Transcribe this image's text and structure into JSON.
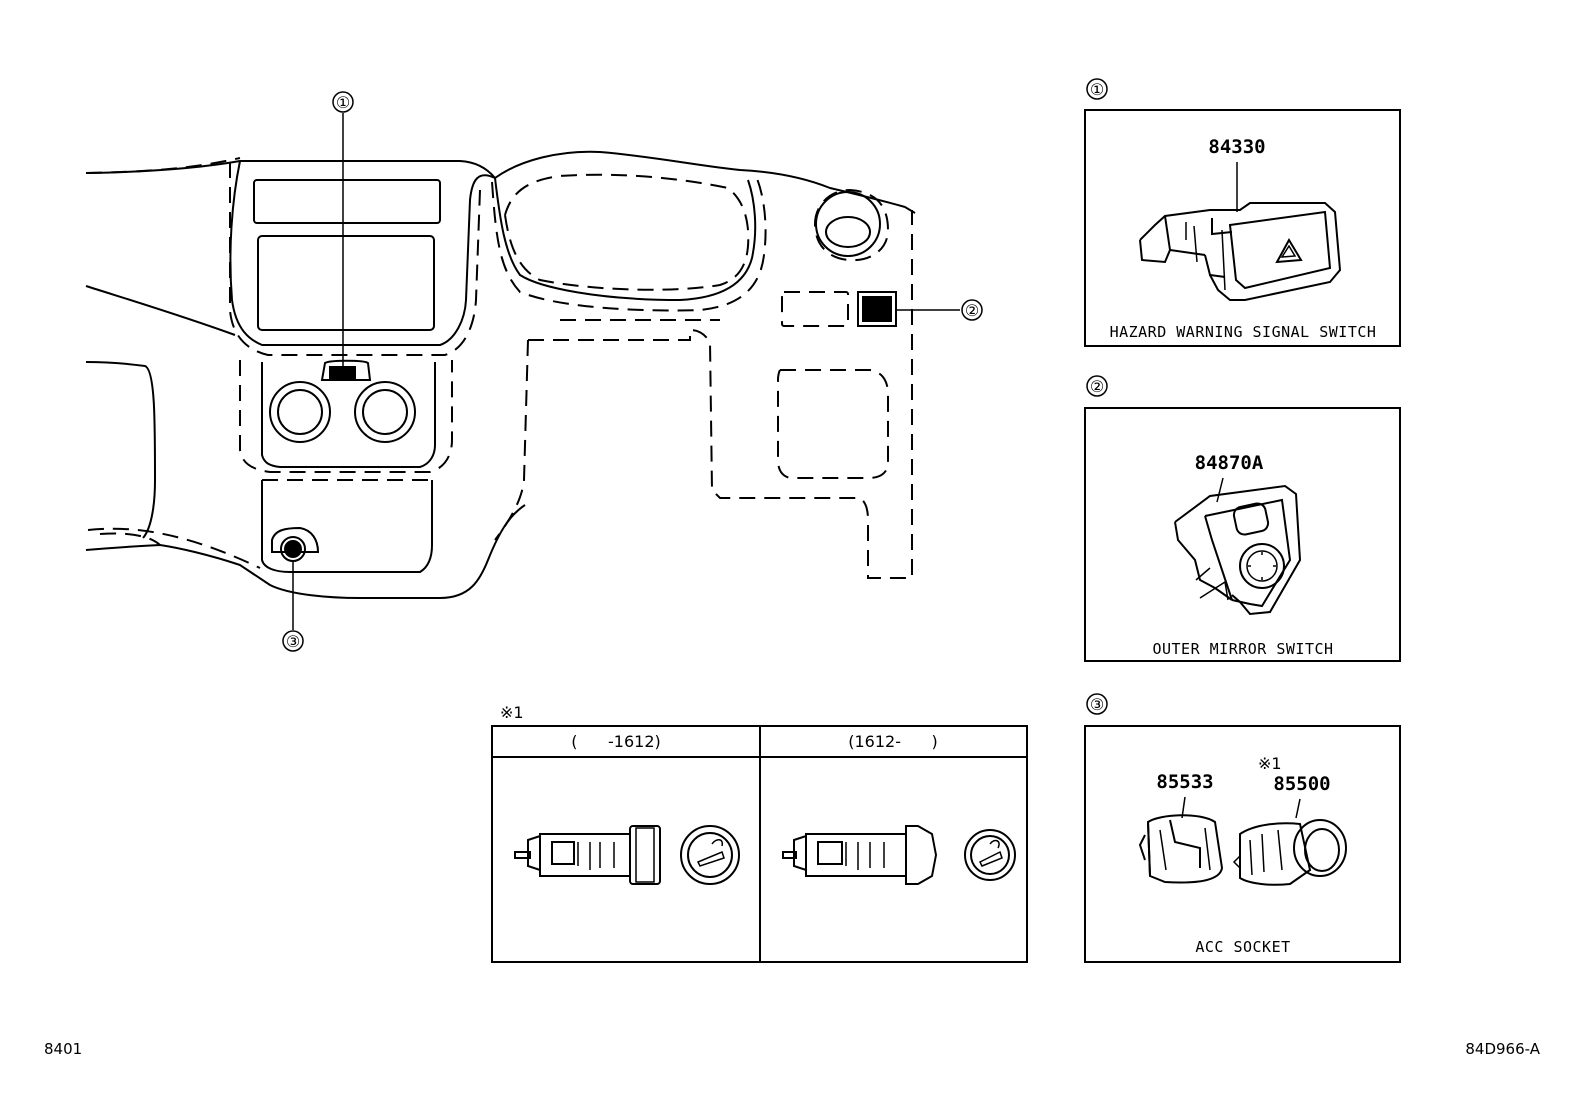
{
  "callouts": [
    "①",
    "②",
    "③"
  ],
  "panel1": {
    "part_number": "84330",
    "label": "HAZARD WARNING SIGNAL SWITCH"
  },
  "panel2": {
    "part_number": "84870A",
    "label": "OUTER MIRROR SWITCH"
  },
  "panel3": {
    "part_number_a": "85533",
    "part_number_b": "85500",
    "note_mark": "※1",
    "label": "ACC SOCKET"
  },
  "note_table": {
    "mark": "※1",
    "columns": [
      "(      -1612)",
      "(1612-      )"
    ]
  },
  "footer": {
    "page_code": "8401",
    "drawing_code": "84D966-A"
  }
}
